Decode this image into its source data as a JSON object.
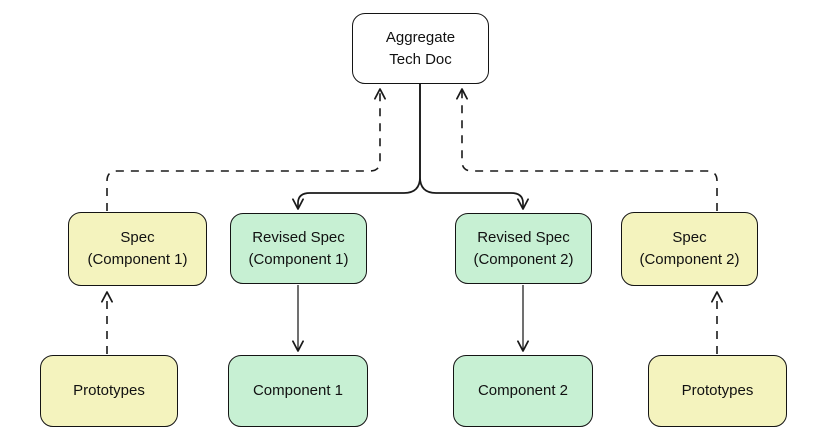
{
  "diagram": {
    "background_color": "#ffffff",
    "stroke_color": "#1a1a1a",
    "node_fill_yellow": "#f4f3be",
    "node_fill_green": "#c7f0d3",
    "node_fill_white": "#ffffff",
    "nodes": [
      {
        "id": "aggregate-tech-doc",
        "line1": "Aggregate",
        "line2": "Tech Doc",
        "fill": "#ffffff"
      },
      {
        "id": "spec-component-1",
        "line1": "Spec",
        "line2": "(Component 1)",
        "fill": "#f4f3be"
      },
      {
        "id": "revised-spec-component-1",
        "line1": "Revised Spec",
        "line2": "(Component 1)",
        "fill": "#c7f0d3"
      },
      {
        "id": "revised-spec-component-2",
        "line1": "Revised Spec",
        "line2": "(Component 2)",
        "fill": "#c7f0d3"
      },
      {
        "id": "spec-component-2",
        "line1": "Spec",
        "line2": "(Component 2)",
        "fill": "#f4f3be"
      },
      {
        "id": "prototypes-left",
        "line1": "Prototypes",
        "fill": "#f4f3be"
      },
      {
        "id": "component-1",
        "line1": "Component 1",
        "fill": "#c7f0d3"
      },
      {
        "id": "component-2",
        "line1": "Component 2",
        "fill": "#c7f0d3"
      },
      {
        "id": "prototypes-right",
        "line1": "Prototypes",
        "fill": "#f4f3be"
      }
    ],
    "edges": [
      {
        "from": "spec-component-1",
        "to": "aggregate-tech-doc",
        "style": "dashed"
      },
      {
        "from": "spec-component-2",
        "to": "aggregate-tech-doc",
        "style": "dashed"
      },
      {
        "from": "aggregate-tech-doc",
        "to": "revised-spec-component-1",
        "style": "solid"
      },
      {
        "from": "aggregate-tech-doc",
        "to": "revised-spec-component-2",
        "style": "solid"
      },
      {
        "from": "revised-spec-component-1",
        "to": "component-1",
        "style": "solid"
      },
      {
        "from": "revised-spec-component-2",
        "to": "component-2",
        "style": "solid"
      },
      {
        "from": "prototypes-left",
        "to": "spec-component-1",
        "style": "dashed"
      },
      {
        "from": "prototypes-right",
        "to": "spec-component-2",
        "style": "dashed"
      }
    ]
  }
}
